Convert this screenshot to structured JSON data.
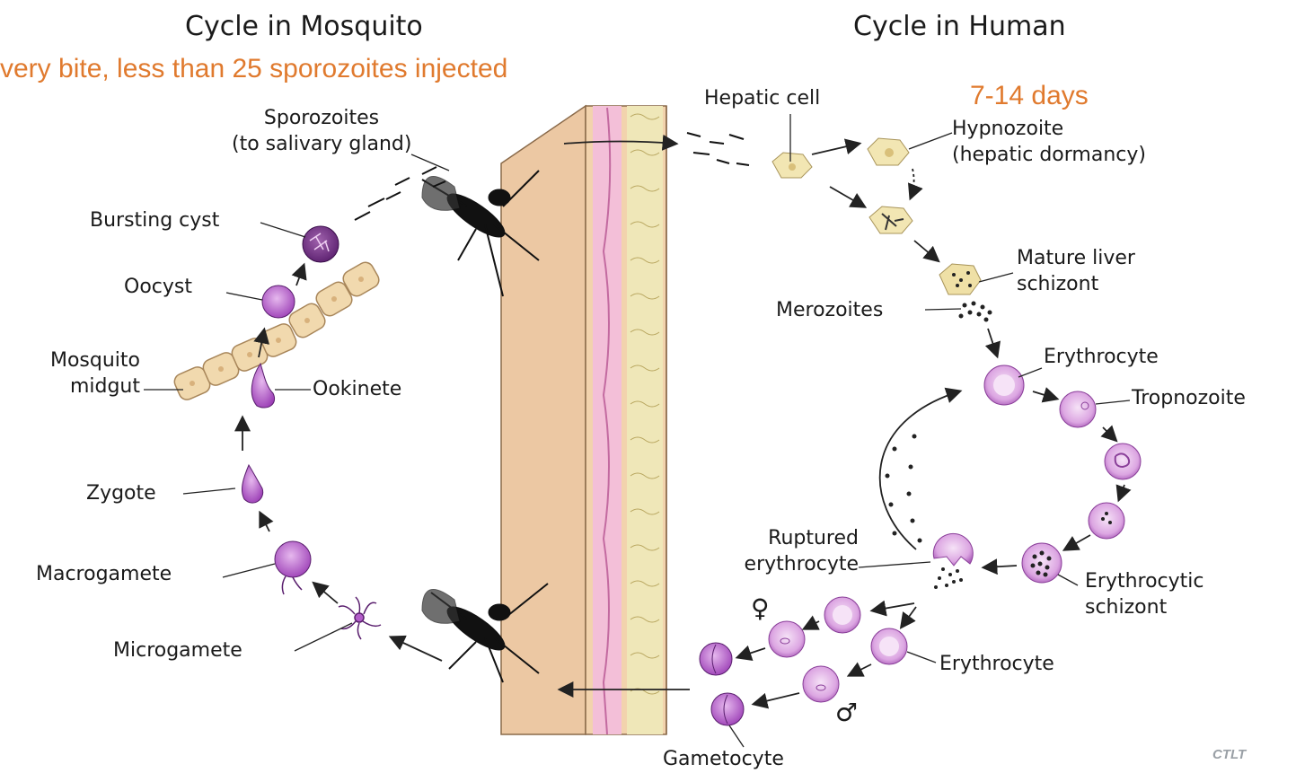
{
  "titles": {
    "mosquito": "Cycle in Mosquito",
    "human": "Cycle in Human"
  },
  "notes": {
    "bite": "very bite, less than 25 sporozoites injected",
    "days": "7-14 days"
  },
  "labels": {
    "sporozoites_1": "Sporozoites",
    "sporozoites_2": "(to salivary gland)",
    "bursting_cyst": "Bursting cyst",
    "oocyst": "Oocyst",
    "midgut_1": "Mosquito",
    "midgut_2": "midgut",
    "ookinete": "Ookinete",
    "zygote": "Zygote",
    "macrogamete": "Macrogamete",
    "microgamete": "Microgamete",
    "hepatic_cell": "Hepatic cell",
    "hypnozoite_1": "Hypnozoite",
    "hypnozoite_2": "(hepatic dormancy)",
    "mature_1": "Mature liver",
    "mature_2": "schizont",
    "merozoites": "Merozoites",
    "erythrocyte_top": "Erythrocyte",
    "tropnozoite": "Tropnozoite",
    "ruptured_1": "Ruptured",
    "ruptured_2": "erythrocyte",
    "schizont_1": "Erythrocytic",
    "schizont_2": "schizont",
    "erythrocyte_bottom": "Erythrocyte",
    "gametocyte": "Gametocyte",
    "female_symbol": "♀",
    "male_symbol": "♂"
  },
  "logo": "CTLT",
  "colors": {
    "accent_text": "#e07a2e",
    "parasite": "#b35cc9",
    "erythrocyte": "#e2b3e6",
    "skin": "#e9c7a2",
    "hepatic": "#f1e4b0"
  }
}
